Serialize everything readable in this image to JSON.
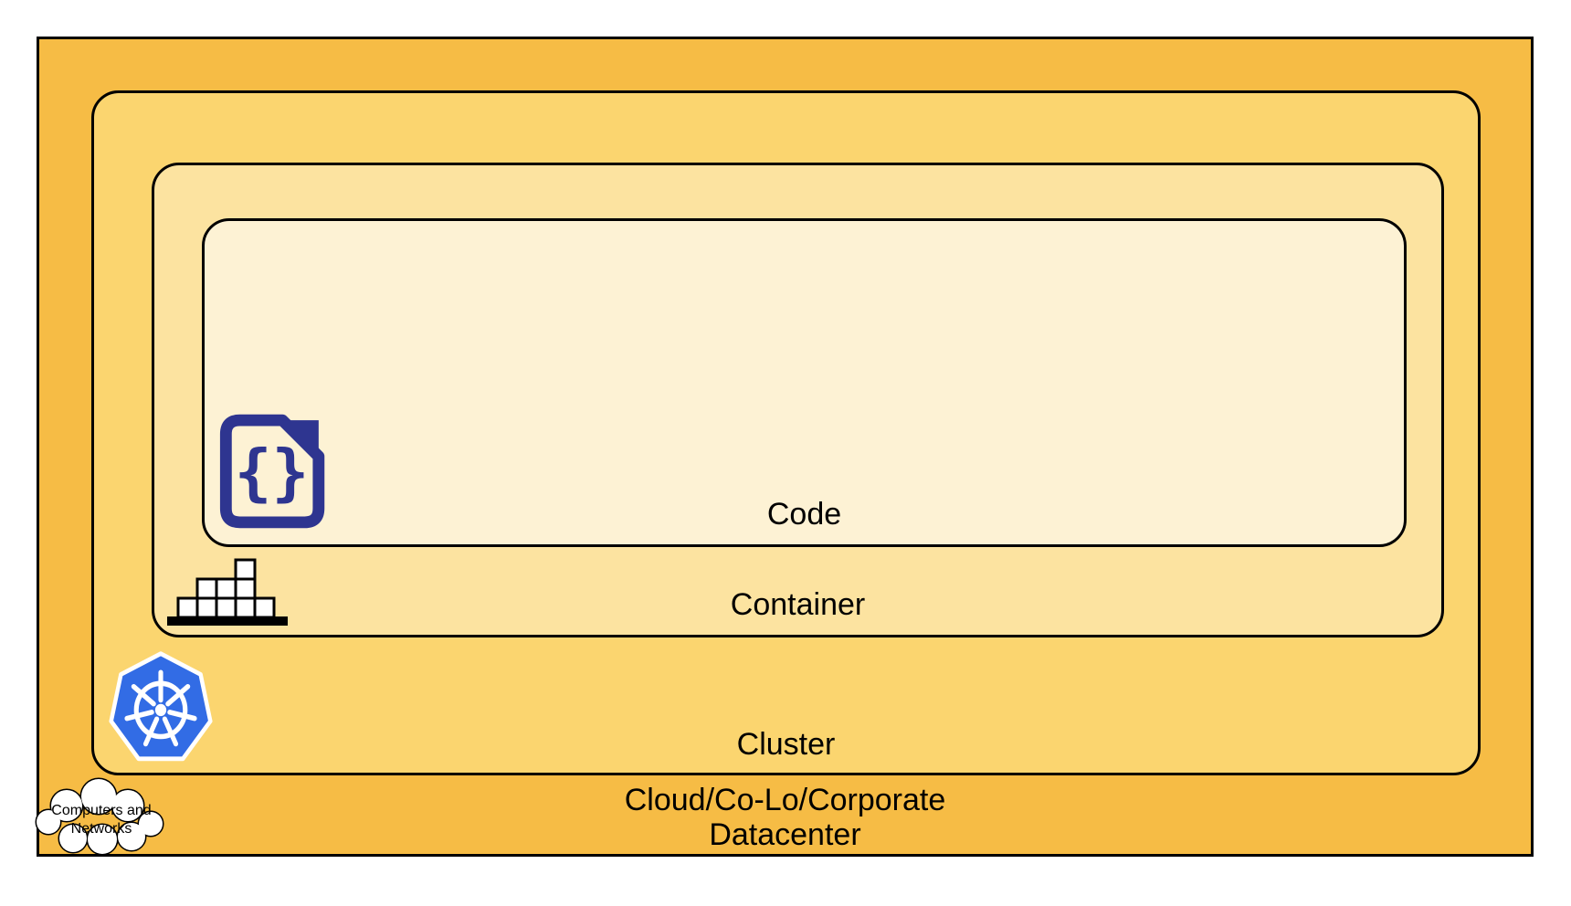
{
  "diagram": {
    "type": "nested-layers",
    "layers": {
      "code": {
        "label": "Code"
      },
      "container": {
        "label": "Container"
      },
      "cluster": {
        "label": "Cluster"
      },
      "datacenter": {
        "line1": "Cloud/Co-Lo/Corporate",
        "line2": "Datacenter"
      }
    },
    "cloud_callout": {
      "line1": "Computers and",
      "line2": "Networks"
    },
    "icons": {
      "code": "code-file-icon",
      "container": "container-stack-icon",
      "cluster": "kubernetes-icon",
      "datacenter": "computers-networks-cloud"
    },
    "colors": {
      "datacenter_fill": "#F6BC45",
      "cluster_fill": "#FBD56F",
      "container_fill": "#FCE3A0",
      "code_fill": "#FDF2D4",
      "outline": "#000000",
      "code_icon_navy": "#2E3590",
      "kubernetes_blue": "#326CE5",
      "cloud_fill": "#FFFFFF"
    }
  }
}
